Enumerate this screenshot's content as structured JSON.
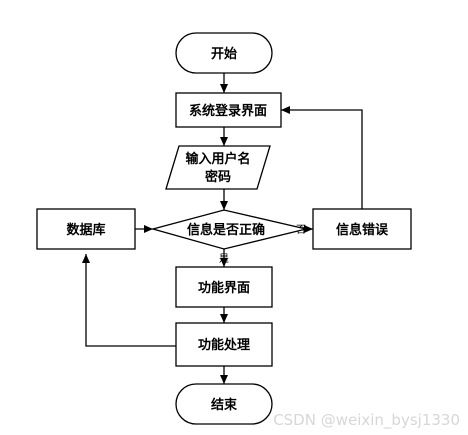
{
  "nodes": {
    "start": "开始",
    "login": "系统登录界面",
    "input_line1": "输入用户名",
    "input_line2": "密码",
    "decision": "信息是否正确",
    "database": "数据库",
    "error": "信息错误",
    "function_ui": "功能界面",
    "function_process": "功能处理",
    "end": "结束"
  },
  "edges": {
    "no": "否",
    "yes": "是"
  },
  "watermark": "CSDN @weixin_bysj1330",
  "colors": {
    "stroke": "#000000",
    "background": "#ffffff",
    "watermark": "#d7d7d7"
  }
}
